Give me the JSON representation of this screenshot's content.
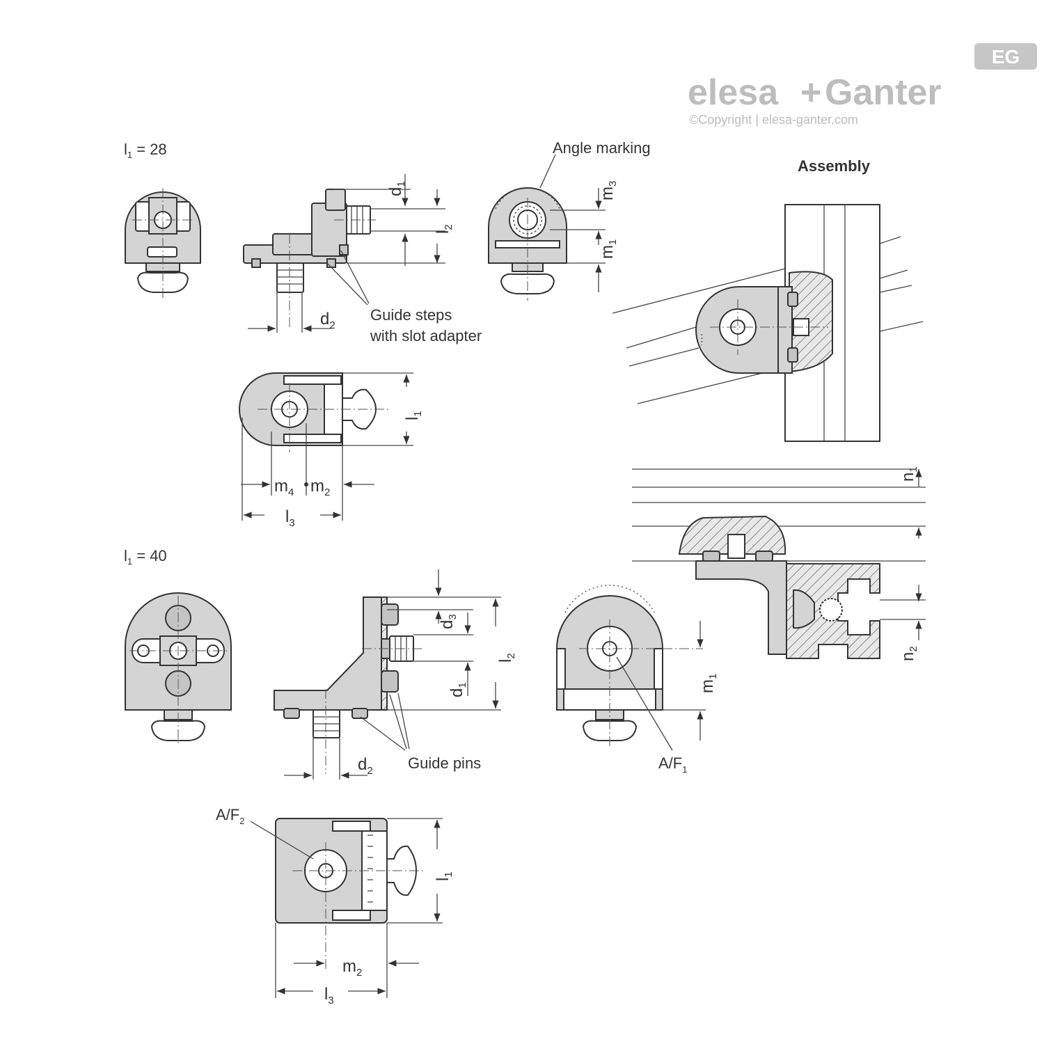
{
  "logo": {
    "brand_left": "elesa",
    "brand_plus": "+",
    "brand_right": "Ganter",
    "badge": "EG",
    "copyright": "©Copyright | elesa-ganter.com"
  },
  "sections": {
    "top_label_var": "l",
    "top_label_sub": "1",
    "top_label_value": " = 28",
    "bottom_label_var": "l",
    "bottom_label_sub": "1",
    "bottom_label_value": " = 40"
  },
  "callouts": {
    "angle_marking": "Angle marking",
    "guide_steps_line1": "Guide steps",
    "guide_steps_line2": "with slot adapter",
    "guide_pins": "Guide pins",
    "assembly": "Assembly"
  },
  "dimensions": {
    "d": "d",
    "l": "l",
    "m": "m",
    "n": "n",
    "s1": "1",
    "s2": "2",
    "s3": "3",
    "s4": "4",
    "af": "A/F"
  },
  "colors": {
    "part_fill": "#d4d4d4",
    "line": "#333333",
    "logo": "#bdbdbd"
  }
}
